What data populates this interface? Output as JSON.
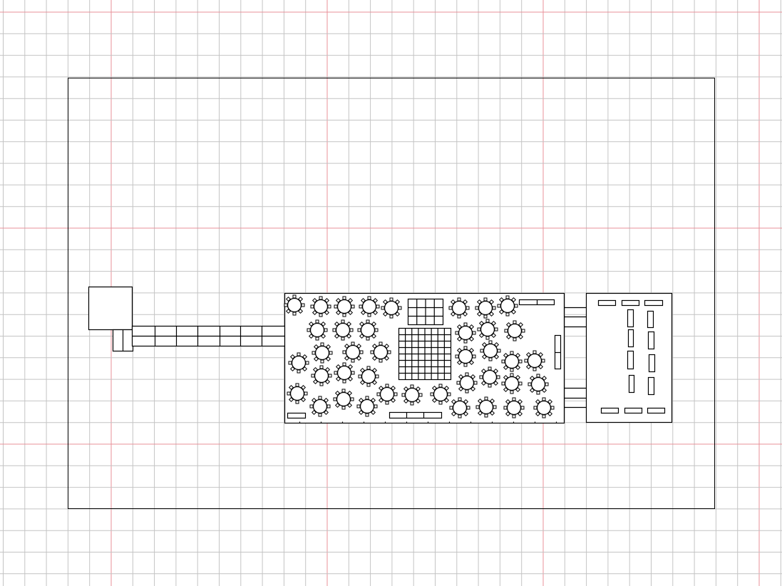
{
  "canvas": {
    "background": "#ffffff",
    "grid_minor_color": "#c4c4c4",
    "grid_major_color": "#e8909a",
    "line_color": "#000000"
  },
  "floor_plan": {
    "round_tables_count": 40,
    "chairs_per_table": 8,
    "dance_floor_grid": {
      "columns": 8,
      "rows": 8
    },
    "stage_grid": {
      "columns": 4,
      "rows": 3
    },
    "walkway_sections": 7,
    "service_tent_tables_count": 14
  }
}
